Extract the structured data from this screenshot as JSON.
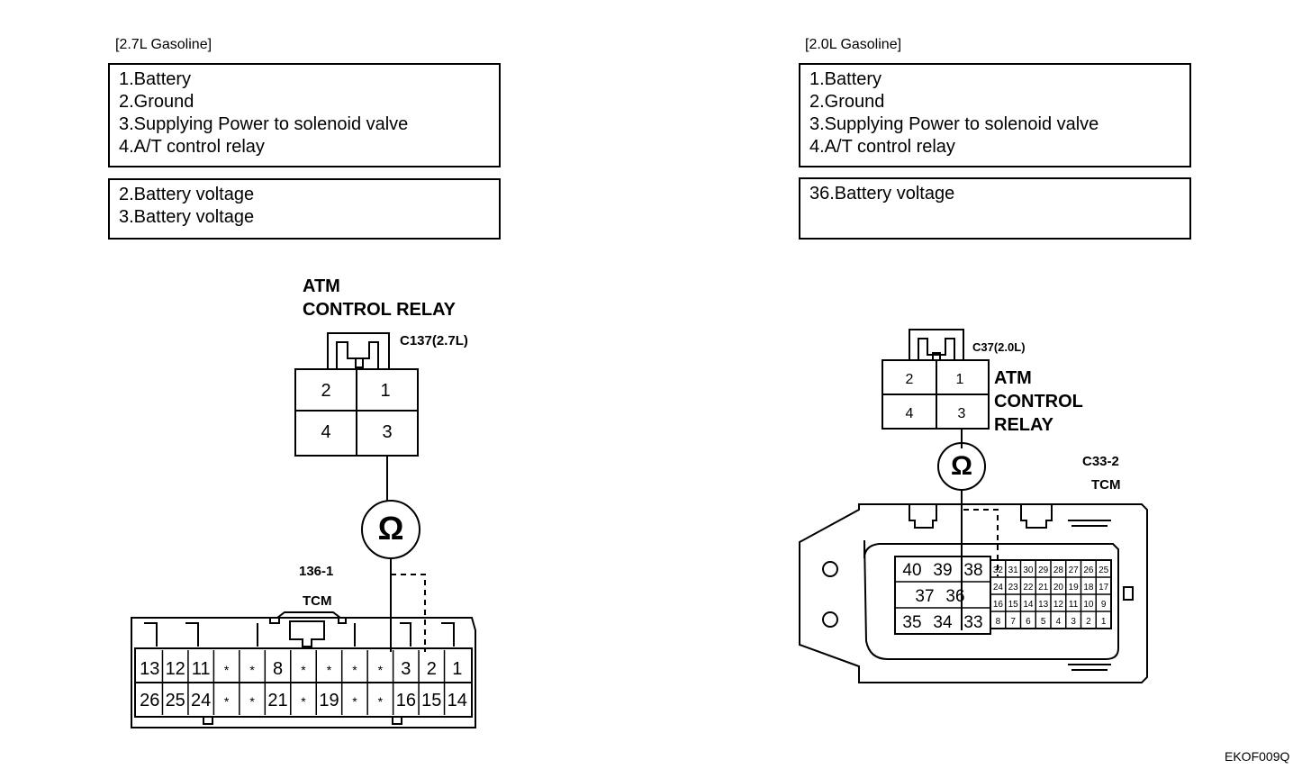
{
  "left": {
    "caption": "[2.7L Gasoline]",
    "items": [
      "1.Battery",
      "2.Ground",
      "3.Supplying Power to solenoid valve",
      "4.A/T control relay"
    ],
    "specs": [
      "2.Battery voltage",
      "3.Battery voltage"
    ],
    "relay_title": [
      "ATM",
      "CONTROL RELAY"
    ],
    "relay_code": "C137(2.7L)",
    "relay_pins": [
      "2",
      "1",
      "4",
      "3"
    ],
    "tcm_code": "136-1",
    "tcm_label": "TCM",
    "tcm_row1": [
      "13",
      "12",
      "11",
      "*",
      "*",
      "8",
      "*",
      "*",
      "*",
      "*",
      "3",
      "2",
      "1"
    ],
    "tcm_row2": [
      "26",
      "25",
      "24",
      "*",
      "*",
      "21",
      "*",
      "19",
      "*",
      "*",
      "16",
      "15",
      "14"
    ],
    "meter_symbol": "Ω"
  },
  "right": {
    "caption": "[2.0L Gasoline]",
    "items": [
      "1.Battery",
      "2.Ground",
      "3.Supplying Power to solenoid valve",
      "4.A/T control relay"
    ],
    "specs": [
      "36.Battery voltage"
    ],
    "relay_code": "C37(2.0L)",
    "relay_pins": [
      "2",
      "1",
      "4",
      "3"
    ],
    "relay_title": [
      "ATM",
      "CONTROL",
      "RELAY"
    ],
    "tcm_code": "C33-2",
    "tcm_label": "TCM",
    "big_row1": [
      "40",
      "39",
      "38"
    ],
    "big_row2": [
      "37",
      "36"
    ],
    "big_row3": [
      "35",
      "34",
      "33"
    ],
    "small_row1": [
      "32",
      "31",
      "30",
      "29",
      "28",
      "27",
      "26",
      "25"
    ],
    "small_row2": [
      "24",
      "23",
      "22",
      "21",
      "20",
      "19",
      "18",
      "17"
    ],
    "small_row3": [
      "16",
      "15",
      "14",
      "13",
      "12",
      "11",
      "10",
      "9"
    ],
    "small_row4": [
      "8",
      "7",
      "6",
      "5",
      "4",
      "3",
      "2",
      "1"
    ],
    "meter_symbol": "Ω"
  },
  "figure_code": "EKOF009Q"
}
